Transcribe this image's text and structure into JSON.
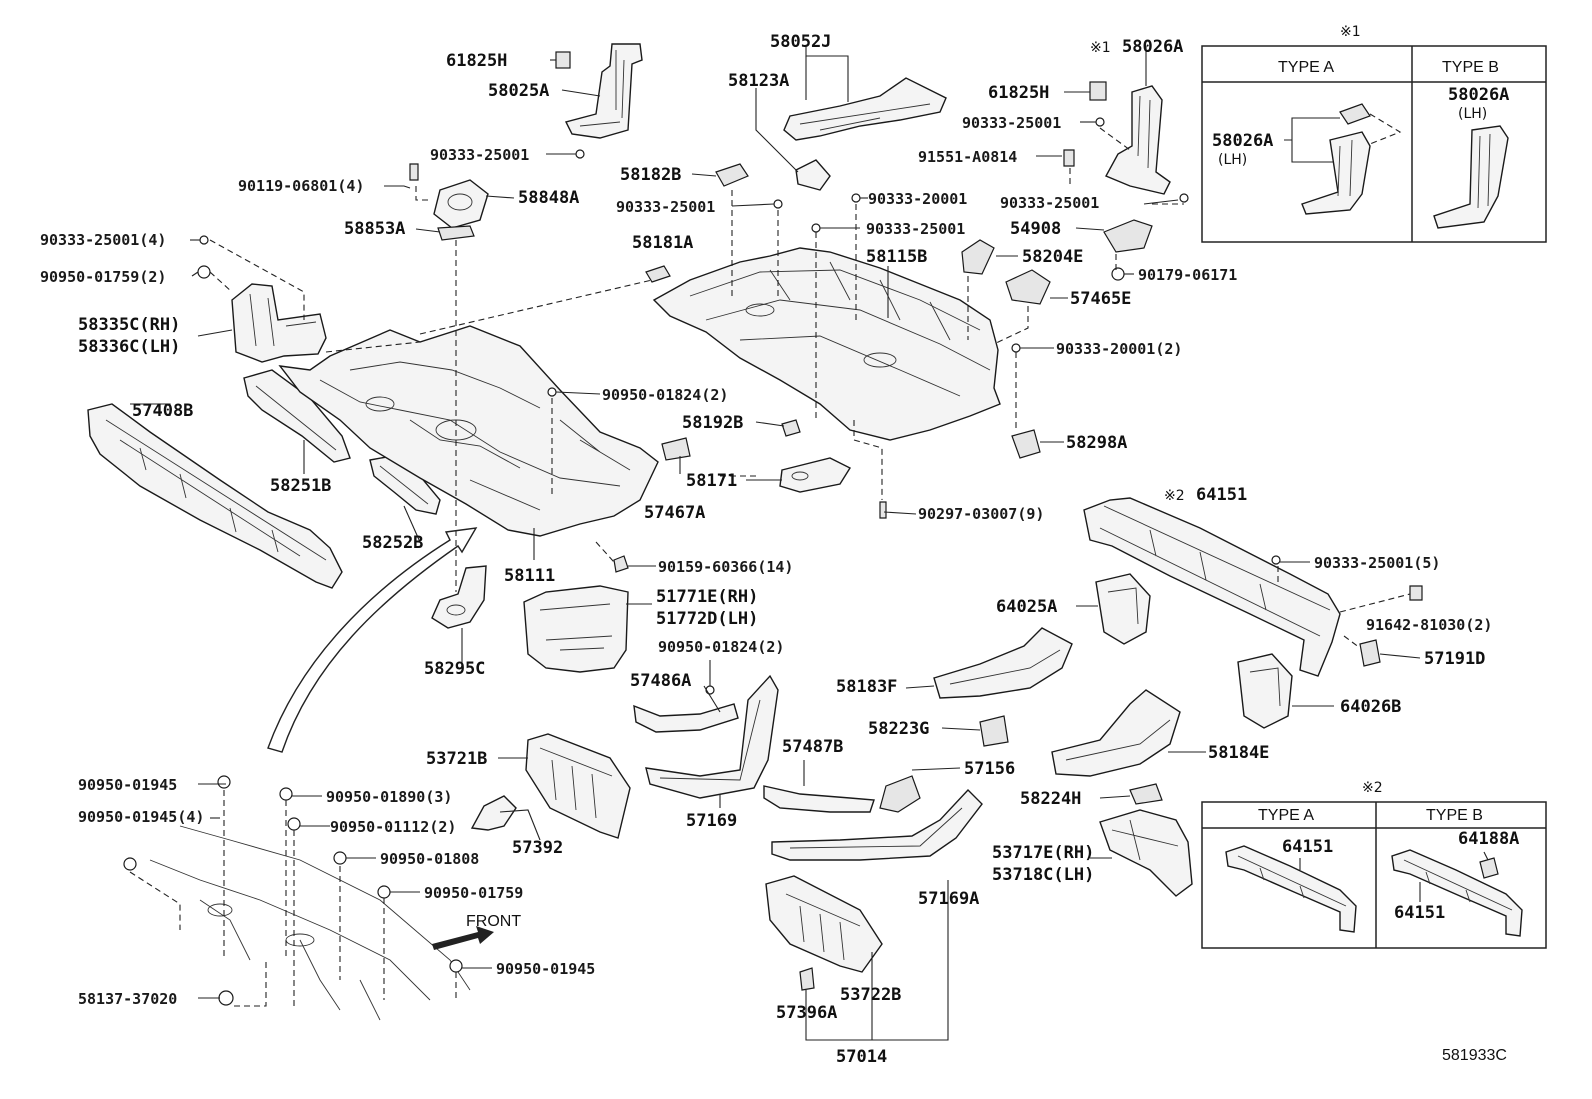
{
  "diagram": {
    "figure_code": "581933C",
    "front_label": "FRONT",
    "labels": {
      "p61825H_a": "61825H",
      "p58025A": "58025A",
      "p90333_25001_a": "90333-25001",
      "p90119_06801": "90119-06801(4)",
      "p58848A": "58848A",
      "p58853A": "58853A",
      "p90333_25001_4": "90333-25001(4)",
      "p90950_01759_2": "90950-01759(2)",
      "p58335C": "58335C(RH)",
      "p58336C": "58336C(LH)",
      "p57408B": "57408B",
      "p58251B": "58251B",
      "p58252B": "58252B",
      "p58111": "58111",
      "p58295C": "58295C",
      "p58052J": "58052J",
      "p58123A": "58123A",
      "p58182B": "58182B",
      "p90333_25001_b": "90333-25001",
      "p58181A": "58181A",
      "p90333_20001": "90333-20001",
      "p90333_25001_c": "90333-25001",
      "p58115B": "58115B",
      "p90950_01824_2a": "90950-01824(2)",
      "p58192B": "58192B",
      "p57467A": "57467A",
      "p58171": "58171",
      "p90297_03007": "90297-03007(9)",
      "p90159_60366": "90159-60366(14)",
      "p51771E": "51771E(RH)",
      "p51772D": "51772D(LH)",
      "p90950_01824_2b": "90950-01824(2)",
      "p57486A": "57486A",
      "p53721B": "53721B",
      "p57392": "57392",
      "p57169": "57169",
      "p58026A_top": "58026A",
      "p61825H_b": "61825H",
      "p90333_25001_d": "90333-25001",
      "p91551_A0814": "91551-A0814",
      "p90333_25001_e": "90333-25001",
      "p54908": "54908",
      "p58204E": "58204E",
      "p90179_06171": "90179-06171",
      "p57465E": "57465E",
      "p90333_20001_2": "90333-20001(2)",
      "p58298A": "58298A",
      "p64151_main": "64151",
      "p90333_25001_5": "90333-25001(5)",
      "p64025A": "64025A",
      "p91642_81030": "91642-81030(2)",
      "p57191D": "57191D",
      "p64026B": "64026B",
      "p58183F": "58183F",
      "p58223G": "58223G",
      "p58184E": "58184E",
      "p57487B": "57487B",
      "p57156": "57156",
      "p58224H": "58224H",
      "p53717E": "53717E(RH)",
      "p53718C": "53718C(LH)",
      "p57169A": "57169A",
      "p53722B": "53722B",
      "p57396A": "57396A",
      "p57014": "57014",
      "p90950_01945_a": "90950-01945",
      "p90950_01945_4": "90950-01945(4)",
      "p90950_01890_3": "90950-01890(3)",
      "p90950_01112_2": "90950-01112(2)",
      "p90950_01808": "90950-01808",
      "p90950_01759": "90950-01759",
      "p90950_01945_b": "90950-01945",
      "p58137_37020": "58137-37020"
    },
    "inset1": {
      "note": "※1",
      "type_a": "TYPE A",
      "type_b": "TYPE B",
      "lbl_58026A_b": "58026A",
      "lbl_lh_b": "(LH)",
      "lbl_58026A_a": "58026A",
      "lbl_lh_a": "(LH)"
    },
    "inset2": {
      "note": "※2",
      "type_a": "TYPE A",
      "type_b": "TYPE B",
      "lbl_64151_a": "64151",
      "lbl_64188A": "64188A",
      "lbl_64151_b": "64151"
    },
    "note_1": "※1",
    "note_2": "※2"
  }
}
